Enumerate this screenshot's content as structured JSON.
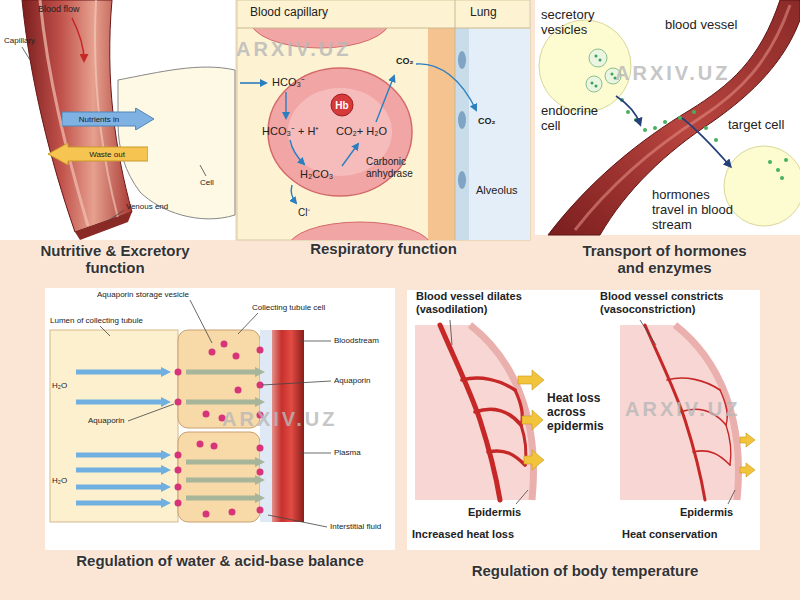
{
  "diagram": {
    "nodes": [
      {
        "text": [
          "Nutrients in"
        ]
      },
      {
        "text": [
          "Waste out"
        ]
      },
      {
        "text": [
          "Hb"
        ]
      }
    ],
    "labels": [
      "Blood flow",
      "Capillary",
      "Cell",
      "Venous end",
      "Nutritive & Excretory function",
      "Blood capillary",
      "Lung",
      "HCO₃⁻",
      "HCO₃⁻ + H⁺",
      "CO₂+ H₂O",
      "H₂CO₃",
      "Carbonic anhydrase",
      "Cl⁻",
      "CO₂",
      "CO₂",
      "Alveolus",
      "Respiratory function",
      "secretory vesicles",
      "blood vessel",
      "endocrine cell",
      "target cell",
      "hormones travel in blood stream",
      "Transport of hormones and enzymes",
      "Aquaporin storage vesicle",
      "Collecting tubule cell",
      "Lumen of collecting tubule",
      "Bloodstream",
      "Aquaporin",
      "H₂O",
      "Aquaporin",
      "Plasma",
      "H₂O",
      "Interstitial fluid",
      "Regulation of water & acid-base balance",
      "Blood vessel dilates (vasodilation)",
      "Blood vessel constricts (vasoconstriction)",
      "Heat loss across epidermis",
      "Epidermis",
      "Increased heat loss",
      "Epidermis",
      "Heat conservation",
      "Regulation of body temperature",
      "ARXIV.UZ",
      "ARXIV.UZ",
      "ARXIV.UZ",
      "ARXIV.UZ"
    ]
  }
}
